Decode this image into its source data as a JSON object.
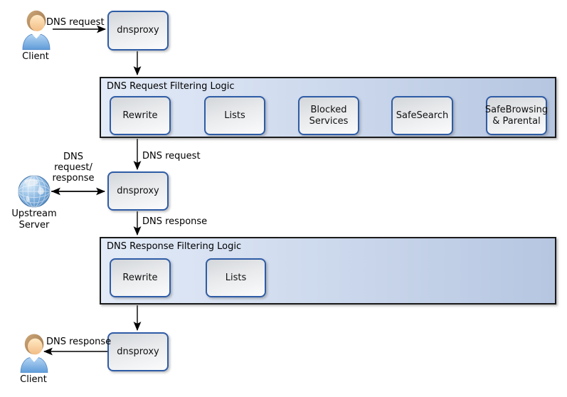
{
  "colors": {
    "node_border": "#2e5ca6",
    "container_border": "#1b1b1b",
    "container_bg_left": "#e3ebf8",
    "container_bg_right": "#b6c6e1"
  },
  "actors": {
    "client_top": {
      "label": "Client"
    },
    "client_bottom": {
      "label": "Client"
    },
    "upstream": {
      "label": "Upstream Server"
    }
  },
  "proxies": {
    "top": {
      "label": "dnsproxy"
    },
    "middle": {
      "label": "dnsproxy"
    },
    "bottom": {
      "label": "dnsproxy"
    }
  },
  "flows": {
    "request": {
      "title": "DNS Request Filtering Logic",
      "steps": [
        "Rewrite",
        "Lists",
        "Blocked Services",
        "SafeSearch",
        "SafeBrowsing & Parental"
      ]
    },
    "response": {
      "title": "DNS Response Filtering Logic",
      "steps": [
        "Rewrite",
        "Lists"
      ]
    }
  },
  "edge_labels": {
    "client_request": "DNS request",
    "filtered_request": "DNS request",
    "upstream_exchange": "DNS request/ response",
    "upstream_response": "DNS response",
    "client_response": "DNS response"
  }
}
